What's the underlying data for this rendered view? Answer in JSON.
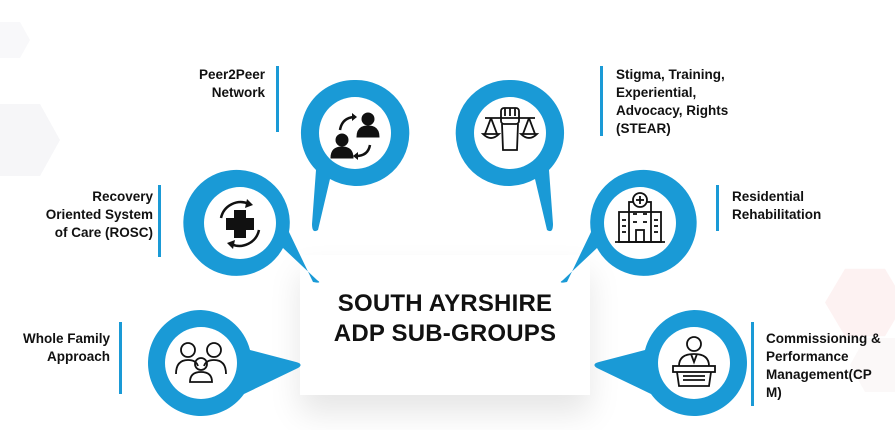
{
  "colors": {
    "accent": "#1a9ad6",
    "icon": "#111111",
    "text": "#111111"
  },
  "title": {
    "line1": "SOUTH AYRSHIRE",
    "line2": "ADP SUB-GROUPS"
  },
  "groups": {
    "peer": {
      "lines": [
        "Peer2Peer",
        "Network"
      ],
      "icon": "exchange-people-icon"
    },
    "stear": {
      "lines": [
        "Stigma, Training,",
        "Experiential,",
        "Advocacy, Rights",
        "(STEAR)"
      ],
      "icon": "fist-scales-icon"
    },
    "rosc": {
      "lines": [
        "Recovery",
        "Oriented System",
        "of Care (ROSC)"
      ],
      "icon": "medical-cross-cycle-icon"
    },
    "residential": {
      "lines": [
        "Residential",
        "Rehabilitation"
      ],
      "icon": "hospital-building-icon"
    },
    "family": {
      "lines": [
        "Whole Family",
        "Approach"
      ],
      "icon": "family-icon"
    },
    "cpm": {
      "lines": [
        "Commissioning &",
        "Performance",
        "Management(CP",
        "M)"
      ],
      "icon": "speaker-podium-icon"
    }
  }
}
